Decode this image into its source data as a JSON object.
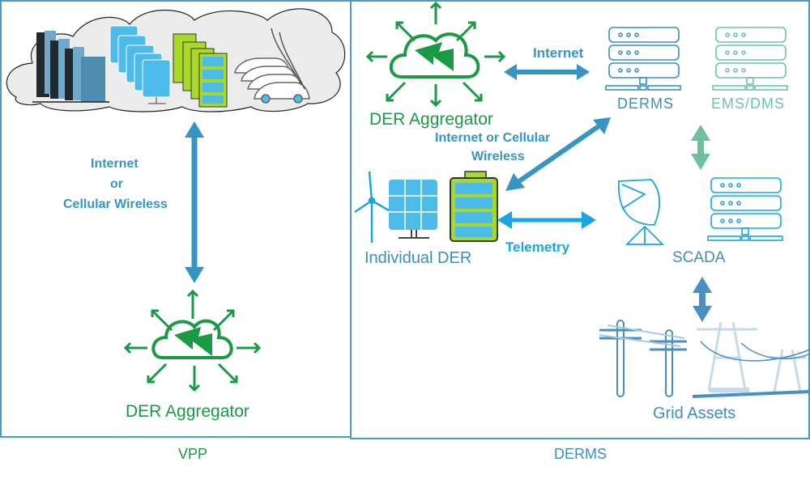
{
  "panels": {
    "vpp": {
      "caption": "VPP",
      "link_label_lines": [
        "Internet",
        "or",
        "Cellular Wireless"
      ],
      "aggregator_label": "DER Aggregator",
      "cloud_assets": [
        "commercial-buildings",
        "solar-panels",
        "batteries",
        "electric-vehicles"
      ]
    },
    "derms": {
      "caption": "DERMS",
      "aggregator_label": "DER Aggregator",
      "internet_label": "Internet",
      "internet_cellular_label_lines": [
        "Internet or Cellular",
        "Wireless"
      ],
      "telemetry_label": "Telemetry",
      "derms_server_label": "DERMS",
      "ems_dms_label": "EMS/DMS",
      "scada_label": "SCADA",
      "individual_der_label": "Individual DER",
      "grid_assets_label": "Grid Assets"
    }
  },
  "colors": {
    "panel_border": "#4a9cc4",
    "green": "#1a9a45",
    "blue_arrow": "#3795c3",
    "cyan_arrow": "#1aa5e0",
    "teal_arrow": "#6fbf9e",
    "grid_arrow": "#4a8fc0",
    "ems_color": "#6ec3a8"
  }
}
